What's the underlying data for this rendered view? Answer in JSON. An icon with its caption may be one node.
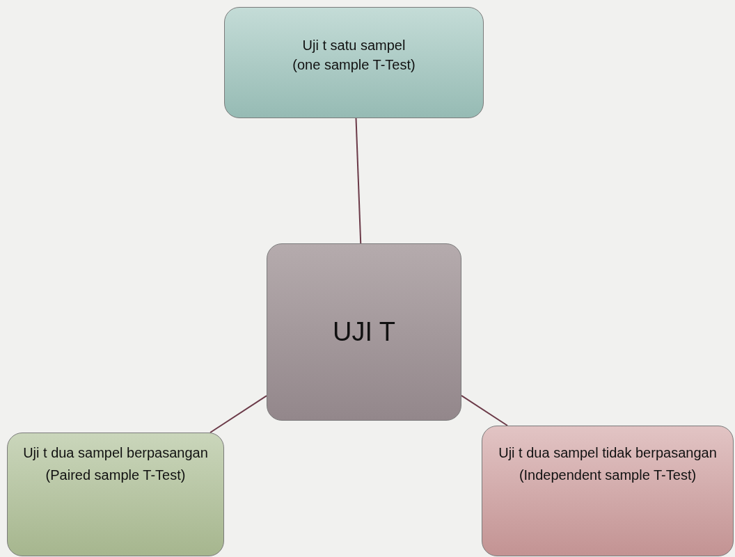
{
  "diagram": {
    "nodes": [
      {
        "text": [
          "Uji t satu sampel",
          "(one sample T-Test)"
        ]
      },
      {
        "text": [
          "UJI T"
        ]
      },
      {
        "text": [
          "Uji t dua sampel berpasangan",
          "(Paired sample T-Test)"
        ]
      },
      {
        "text": [
          "Uji t dua sampel tidak berpasangan",
          "(Independent sample T-Test)"
        ]
      }
    ],
    "edges": [
      {
        "from": 1,
        "to": 0,
        "arrow": "none"
      },
      {
        "from": 1,
        "to": 2,
        "arrow": "none"
      },
      {
        "from": 1,
        "to": 3,
        "arrow": "none"
      }
    ]
  }
}
